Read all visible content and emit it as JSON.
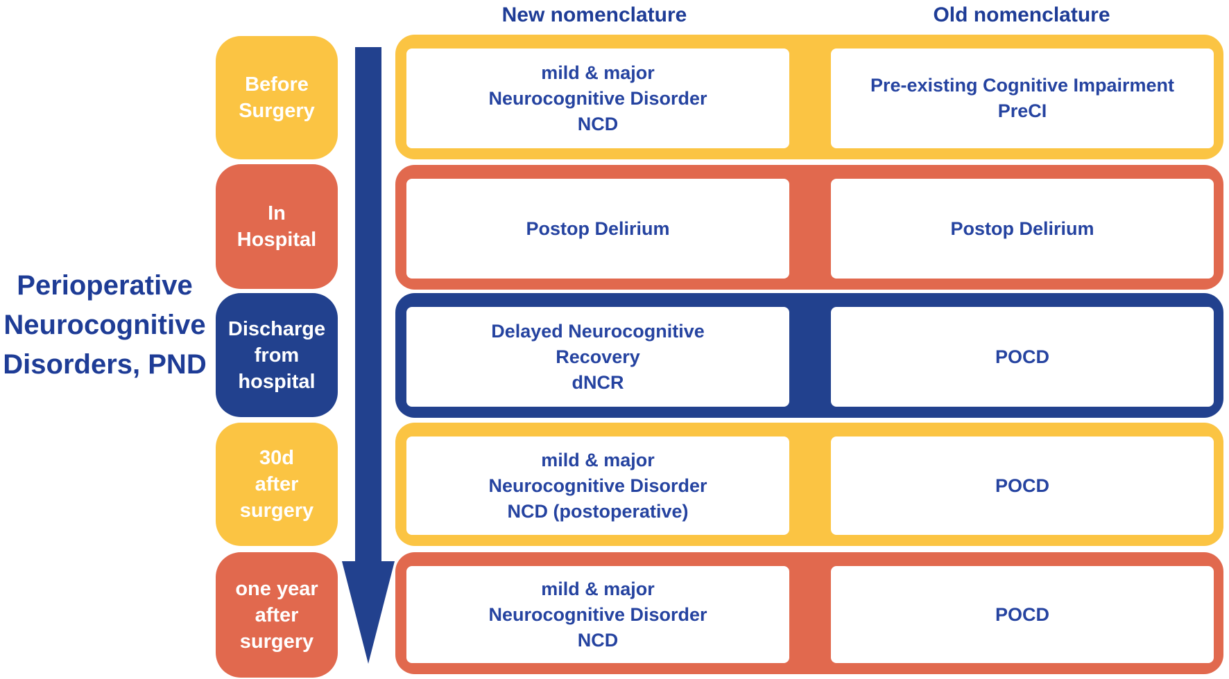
{
  "figure": {
    "title_lines": [
      "Perioperative",
      "Neurocognitive",
      "Disorders, PND"
    ]
  },
  "column_headers": {
    "new": "New nomenclature",
    "old": "Old nomenclature"
  },
  "colors": {
    "yellow": "#FBC443",
    "orange": "#E1694E",
    "navy": "#22418E",
    "heading_text_blue": "#1E3C96",
    "cell_text_blue": "#2543A0",
    "stage_text_white": "#FFFFFF"
  },
  "arrow": {
    "name": "timeline-down-arrow",
    "color": "#22418E"
  },
  "rows": [
    {
      "color": "#FBC443",
      "stage_lines": [
        "Before",
        "Surgery"
      ],
      "new_lines": [
        "mild & major",
        "Neurocognitive Disorder",
        "NCD"
      ],
      "old_lines": [
        "Pre-existing Cognitive Impairment",
        "PreCI"
      ]
    },
    {
      "color": "#E1694E",
      "stage_lines": [
        "In",
        "Hospital"
      ],
      "new_lines": [
        "Postop Delirium"
      ],
      "old_lines": [
        "Postop Delirium"
      ]
    },
    {
      "color": "#22418E",
      "stage_lines": [
        "Discharge",
        "from",
        "hospital"
      ],
      "new_lines": [
        "Delayed Neurocognitive",
        "Recovery",
        "dNCR"
      ],
      "old_lines": [
        "POCD"
      ]
    },
    {
      "color": "#FBC443",
      "stage_lines": [
        "30d",
        "after",
        "surgery"
      ],
      "new_lines": [
        "mild & major",
        "Neurocognitive Disorder",
        "NCD (postoperative)"
      ],
      "old_lines": [
        "POCD"
      ]
    },
    {
      "color": "#E1694E",
      "stage_lines": [
        "one year",
        "after",
        "surgery"
      ],
      "new_lines": [
        "mild & major",
        "Neurocognitive Disorder",
        "NCD"
      ],
      "old_lines": [
        "POCD"
      ]
    }
  ]
}
